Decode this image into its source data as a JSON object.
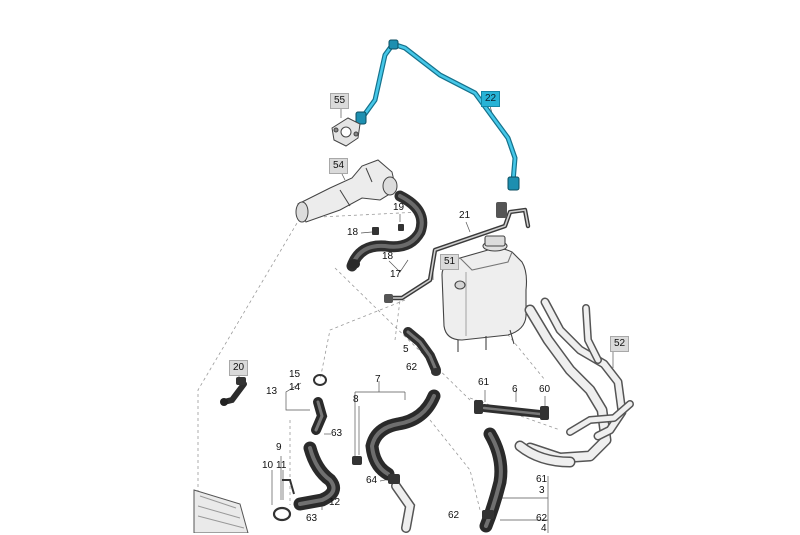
{
  "diagram": {
    "accent_color": "#27b3d6",
    "box_color": "#dadada",
    "part_labels": [
      {
        "id": "p22",
        "text": "22",
        "style": "highlighted"
      },
      {
        "id": "p55",
        "text": "55",
        "style": "boxed"
      },
      {
        "id": "p54",
        "text": "54",
        "style": "boxed"
      },
      {
        "id": "p19",
        "text": "19",
        "style": "plain"
      },
      {
        "id": "p21",
        "text": "21",
        "style": "plain"
      },
      {
        "id": "p18a",
        "text": "18",
        "style": "plain"
      },
      {
        "id": "p18b",
        "text": "18",
        "style": "plain"
      },
      {
        "id": "p17",
        "text": "17",
        "style": "plain"
      },
      {
        "id": "p51",
        "text": "51",
        "style": "boxed"
      },
      {
        "id": "p52",
        "text": "52",
        "style": "boxed"
      },
      {
        "id": "p20",
        "text": "20",
        "style": "boxed"
      },
      {
        "id": "p5",
        "text": "5",
        "style": "plain"
      },
      {
        "id": "p62a",
        "text": "62",
        "style": "plain"
      },
      {
        "id": "p15",
        "text": "15",
        "style": "plain"
      },
      {
        "id": "p14",
        "text": "14",
        "style": "plain"
      },
      {
        "id": "p13",
        "text": "13",
        "style": "plain"
      },
      {
        "id": "p7",
        "text": "7",
        "style": "plain"
      },
      {
        "id": "p8",
        "text": "8",
        "style": "plain"
      },
      {
        "id": "p61a",
        "text": "61",
        "style": "plain"
      },
      {
        "id": "p6",
        "text": "6",
        "style": "plain"
      },
      {
        "id": "p60",
        "text": "60",
        "style": "plain"
      },
      {
        "id": "p63a",
        "text": "63",
        "style": "plain"
      },
      {
        "id": "p9",
        "text": "9",
        "style": "plain"
      },
      {
        "id": "p10",
        "text": "10",
        "style": "plain"
      },
      {
        "id": "p11",
        "text": "11",
        "style": "plain"
      },
      {
        "id": "p12",
        "text": "12",
        "style": "plain"
      },
      {
        "id": "p63b",
        "text": "63",
        "style": "plain"
      },
      {
        "id": "p64",
        "text": "64",
        "style": "plain"
      },
      {
        "id": "p61b",
        "text": "61",
        "style": "plain"
      },
      {
        "id": "p3",
        "text": "3",
        "style": "plain"
      },
      {
        "id": "p62b",
        "text": "62",
        "style": "plain"
      },
      {
        "id": "p62c",
        "text": "62",
        "style": "plain"
      },
      {
        "id": "p4",
        "text": "4",
        "style": "plain"
      }
    ]
  }
}
